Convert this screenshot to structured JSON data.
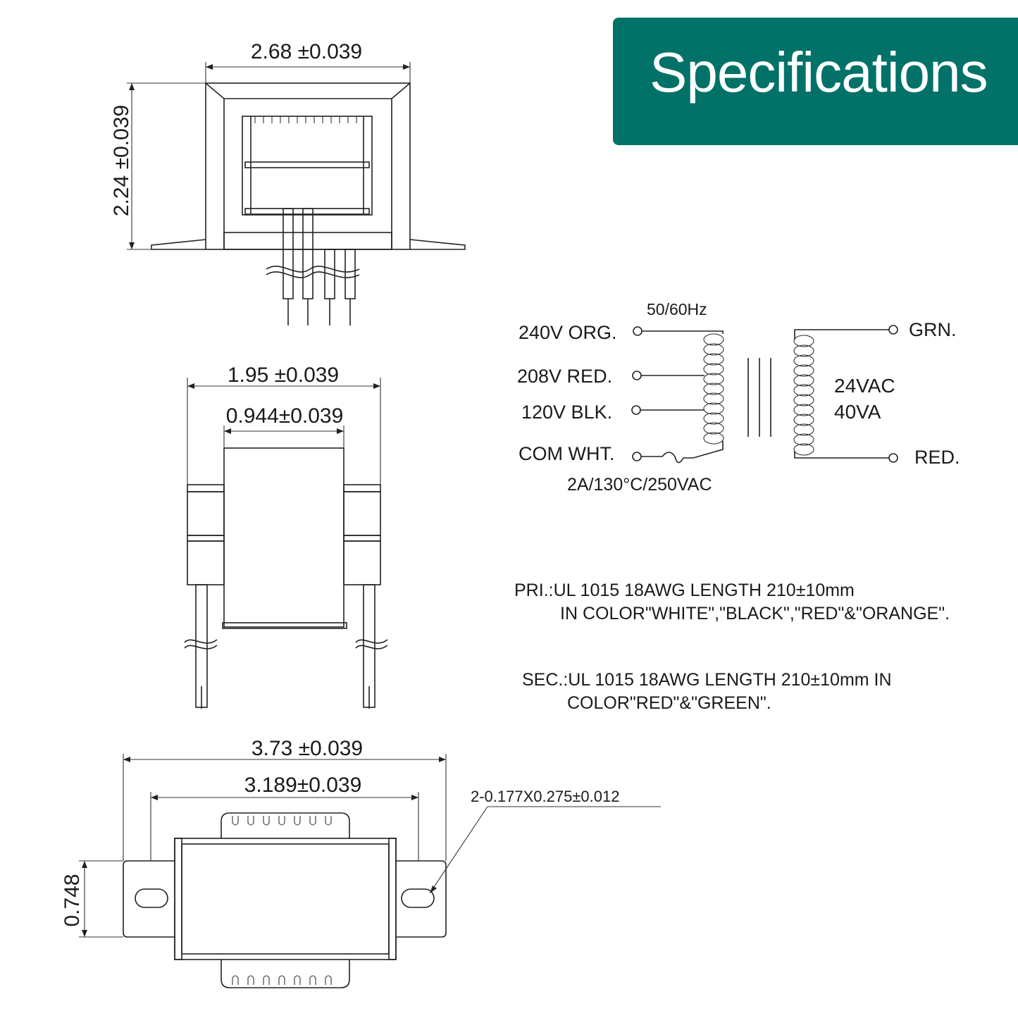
{
  "header": {
    "title": "Specifications",
    "background": "#027268"
  },
  "top_view": {
    "width_dim": "2.68 ±0.039",
    "height_dim": "2.24 ±0.039"
  },
  "side_view": {
    "outer_dim": "1.95 ±0.039",
    "inner_dim": "0.944±0.039"
  },
  "bottom_view": {
    "overall_dim": "3.73 ±0.039",
    "hole_spacing_dim": "3.189±0.039",
    "height_dim": "0.748",
    "slot_callout": "2-0.177X0.275±0.012"
  },
  "schematic": {
    "frequency": "50/60Hz",
    "primary_taps": [
      "240V ORG.",
      "208V RED.",
      "120V BLK.",
      "COM WHT."
    ],
    "fuse": "2A/130°C/250VAC",
    "secondary_top": "GRN.",
    "secondary_bottom": "RED.",
    "output_voltage": "24VAC",
    "output_power": "40VA"
  },
  "wire_specs": {
    "primary_line1": "PRI.:UL 1015 18AWG LENGTH 210±10mm",
    "primary_line2": "IN COLOR\"WHITE\",\"BLACK\",\"RED\"&\"ORANGE\".",
    "secondary_line1": "SEC.:UL 1015 18AWG LENGTH 210±10mm IN",
    "secondary_line2": "COLOR\"RED\"&\"GREEN\"."
  }
}
